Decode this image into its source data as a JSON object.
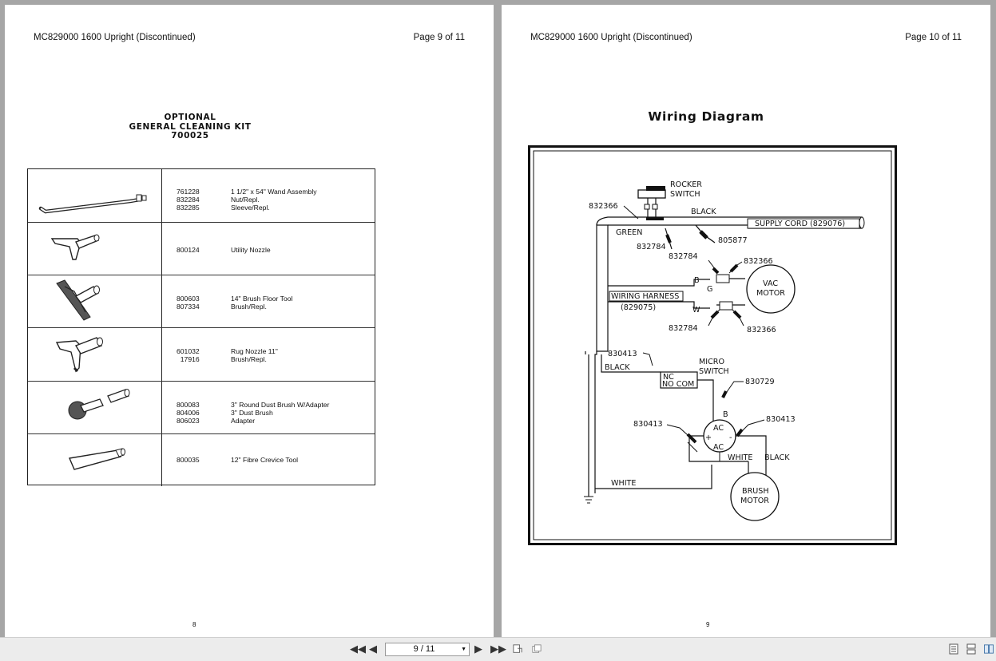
{
  "pages": {
    "left": {
      "header_title": "MC829000 1600 Upright (Discontinued)",
      "header_page": "Page 9 of 11",
      "kit_title": [
        "OPTIONAL",
        "GENERAL CLEANING KIT",
        "700025"
      ],
      "parts": [
        {
          "numbers": "761228\n832284\n832285",
          "descriptions": "1 1/2\" x 54\" Wand Assembly\nNut/Repl.\nSleeve/Repl.",
          "icon": "wand-assembly-icon"
        },
        {
          "numbers": "800124",
          "descriptions": "Utility Nozzle",
          "icon": "utility-nozzle-icon"
        },
        {
          "numbers": "800603\n807334",
          "descriptions": "14\" Brush Floor Tool\nBrush/Repl.",
          "icon": "brush-floor-tool-icon"
        },
        {
          "numbers": "601032\n17916",
          "descriptions": "Rug Nozzle 11\"\nBrush/Repl.",
          "icon": "rug-nozzle-icon"
        },
        {
          "numbers": "800083\n804006\n806023",
          "descriptions": "3\" Round Dust Brush W/Adapter\n3\" Dust Brush\nAdapter",
          "icon": "round-dust-brush-icon"
        },
        {
          "numbers": "800035",
          "descriptions": "12\" Fibre Crevice Tool",
          "icon": "crevice-tool-icon"
        }
      ],
      "page_number": "8"
    },
    "right": {
      "header_title": "MC829000 1600 Upright (Discontinued)",
      "header_page": "Page 10 of 11",
      "title": "Wiring Diagram",
      "diagram_labels": {
        "rocker_switch": [
          "ROCKER",
          "SWITCH"
        ],
        "p832366_a": "832366",
        "black_top": "BLACK",
        "supply_cord": "SUPPLY CORD (829076)",
        "green": "GREEN",
        "p805877": "805877",
        "p832784_a": "832784",
        "p832784_b": "832784",
        "p832366_b": "832366",
        "b_top": "B",
        "g": "G",
        "vac_motor": [
          "VAC",
          "MOTOR"
        ],
        "wiring_harness": "WIRING HARNESS",
        "harness_num": "(829075)",
        "w": "W",
        "p832784_c": "832784",
        "p832366_c": "832366",
        "p830413_a": "830413",
        "black_left": "BLACK",
        "micro_switch": [
          "MICRO",
          "SWITCH"
        ],
        "nc": "NC",
        "no_com": "NO COM",
        "p830729": "830729",
        "b_mid": "B",
        "p830413_b": "830413",
        "p830413_c": "830413",
        "ac_top": "AC",
        "ac_bottom": "AC",
        "white_right": "WHITE",
        "black_right": "BLACK",
        "white_bottom": "WHITE",
        "brush_motor": [
          "BRUSH",
          "MOTOR"
        ]
      },
      "page_number": "9"
    }
  },
  "toolbar": {
    "page_indicator": "9 / 11",
    "first_icon": "first-page-icon",
    "prev_icon": "previous-page-icon",
    "next_icon": "next-page-icon",
    "last_icon": "last-page-icon"
  }
}
